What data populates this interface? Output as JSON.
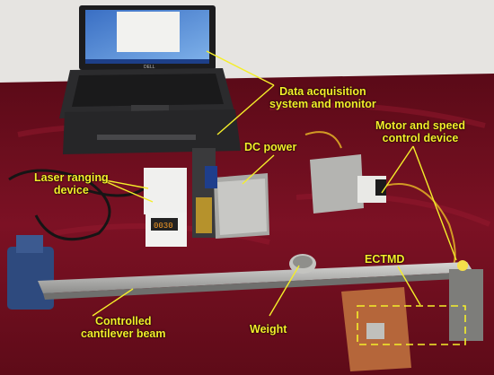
{
  "labels": {
    "data_acquisition": [
      "Data acquisition",
      "system  and monitor"
    ],
    "dc_power": "DC power",
    "motor_speed": [
      "Motor and speed",
      "control device"
    ],
    "laser_ranging": [
      "Laser ranging",
      "device"
    ],
    "ectmd": "ECTMD",
    "controlled_beam": [
      "Controlled",
      "cantilever beam"
    ],
    "weight": "Weight"
  },
  "device_text": {
    "laser_display": "0030",
    "laptop_brand": "DELL"
  },
  "colors": {
    "annotation": "#f4ee2a",
    "tablecloth": "#7a0f22",
    "wall": "#e7e5e2"
  }
}
